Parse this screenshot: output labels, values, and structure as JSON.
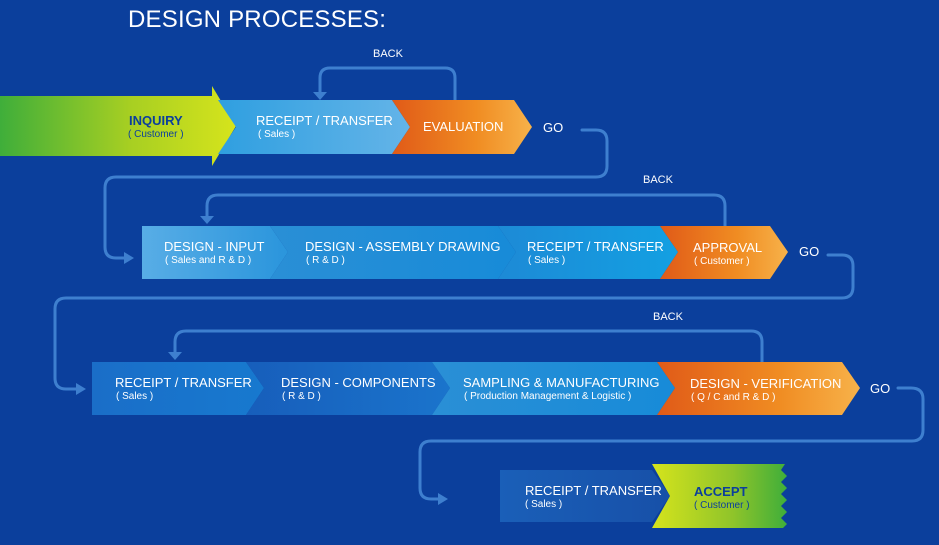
{
  "title": "DESIGN PROCESSES:",
  "colors": {
    "background": "#0b3f9c",
    "blue_step": "#1f8fd8",
    "orange_step": "#f08c22",
    "green_step": "#b9d81a",
    "connector": "#3e7fcf"
  },
  "row1": {
    "inquiry": {
      "label": "INQUIRY",
      "sub": "( Customer )"
    },
    "receipt": {
      "label": "RECEIPT / TRANSFER",
      "sub": "( Sales )"
    },
    "evaluation": {
      "label": "EVALUATION"
    },
    "back": "BACK",
    "go": "GO"
  },
  "row2": {
    "design_input": {
      "label": "DESIGN - INPUT",
      "sub": "( Sales and R & D )"
    },
    "assembly": {
      "label": "DESIGN - ASSEMBLY DRAWING",
      "sub": "( R & D )"
    },
    "receipt": {
      "label": "RECEIPT / TRANSFER",
      "sub": "( Sales )"
    },
    "approval": {
      "label": "APPROVAL",
      "sub": "( Customer )"
    },
    "back": "BACK",
    "go": "GO"
  },
  "row3": {
    "receipt": {
      "label": "RECEIPT / TRANSFER",
      "sub": "( Sales )"
    },
    "components": {
      "label": "DESIGN - COMPONENTS",
      "sub": "( R & D )"
    },
    "sampling": {
      "label": "SAMPLING & MANUFACTURING",
      "sub": "( Production Management & Logistic )"
    },
    "verification": {
      "label": "DESIGN - VERIFICATION",
      "sub": "( Q / C and R & D )"
    },
    "back": "BACK",
    "go": "GO"
  },
  "row4": {
    "receipt": {
      "label": "RECEIPT / TRANSFER",
      "sub": "( Sales )"
    },
    "accept": {
      "label": "ACCEPT",
      "sub": "( Customer )"
    }
  }
}
